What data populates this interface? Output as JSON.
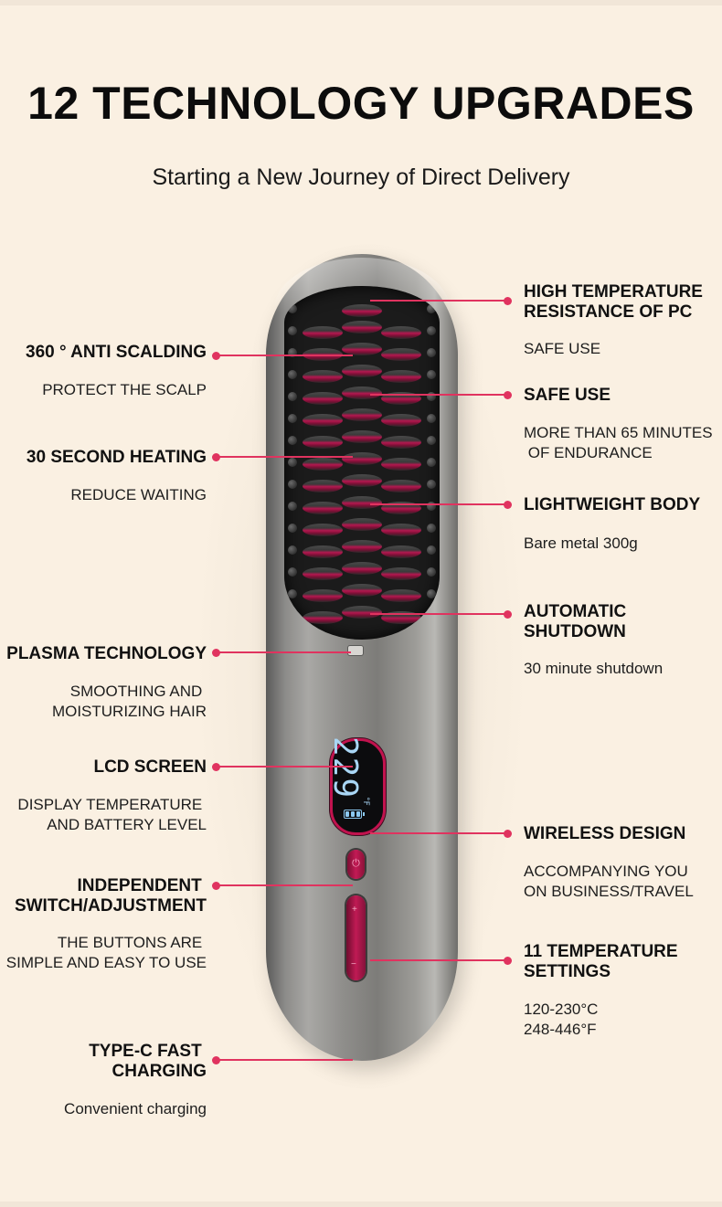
{
  "header": {
    "title": "12 TECHNOLOGY UPGRADES",
    "subtitle": "Starting a New Journey of Direct Delivery"
  },
  "product": {
    "lcd_value": "229",
    "lcd_unit": "°F",
    "battery_bars": 3,
    "accent_color": "#c1134e",
    "callout_color": "#e0335f",
    "lcd_color": "#a9d6f5",
    "power_glyph": "⏻",
    "plus_glyph": "+",
    "minus_glyph": "−"
  },
  "features_left": [
    {
      "title": "360 ° ANTI SCALDING",
      "desc": "PROTECT THE SCALP"
    },
    {
      "title": "30 SECOND HEATING",
      "desc": "REDUCE WAITING"
    },
    {
      "title": "PLASMA TECHNOLOGY",
      "desc": "SMOOTHING AND \nMOISTURIZING HAIR"
    },
    {
      "title": "LCD SCREEN",
      "desc": "DISPLAY TEMPERATURE \nAND BATTERY LEVEL"
    },
    {
      "title": "INDEPENDENT \nSWITCH/ADJUSTMENT",
      "desc": "THE BUTTONS ARE \nSIMPLE AND EASY TO USE"
    },
    {
      "title": "TYPE-C FAST \nCHARGING",
      "desc": "Convenient charging"
    }
  ],
  "features_right": [
    {
      "title": "HIGH TEMPERATURE\nRESISTANCE OF PC",
      "desc": "SAFE USE"
    },
    {
      "title": "SAFE USE",
      "desc": "MORE THAN 65 MINUTES\n OF ENDURANCE"
    },
    {
      "title": "LIGHTWEIGHT BODY",
      "desc": "Bare metal 300g"
    },
    {
      "title": "AUTOMATIC\nSHUTDOWN",
      "desc": "30 minute shutdown"
    },
    {
      "title": "WIRELESS DESIGN",
      "desc": "ACCOMPANYING YOU\nON BUSINESS/TRAVEL"
    },
    {
      "title": "11 TEMPERATURE\nSETTINGS",
      "desc": "120-230°C\n248-446°F"
    }
  ]
}
